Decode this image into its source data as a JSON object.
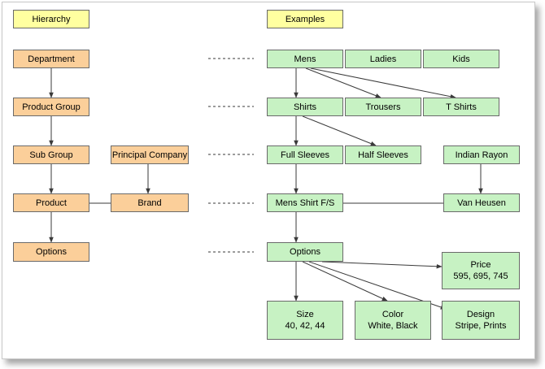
{
  "headers": {
    "hierarchy": "Hierarchy",
    "examples": "Examples"
  },
  "hierarchy": {
    "department": "Department",
    "product_group": "Product Group",
    "sub_group": "Sub Group",
    "product": "Product",
    "options": "Options",
    "principal_company": "Principal Company",
    "brand": "Brand"
  },
  "examples": {
    "departments": [
      "Mens",
      "Ladies",
      "Kids"
    ],
    "product_groups": [
      "Shirts",
      "Trousers",
      "T Shirts"
    ],
    "sub_groups": [
      "Full Sleeves",
      "Half Sleeves"
    ],
    "principal_company": "Indian Rayon",
    "product": "Mens Shirt F/S",
    "brand": "Van Heusen",
    "options": "Options",
    "price": {
      "label": "Price",
      "values": "595, 695, 745"
    },
    "size": {
      "label": "Size",
      "values": "40, 42, 44"
    },
    "color": {
      "label": "Color",
      "values": "White, Black"
    },
    "design": {
      "label": "Design",
      "values": "Stripe, Prints"
    }
  },
  "colors": {
    "header": "#ffffa0",
    "hierarchy": "#fbcf9a",
    "example": "#c7f2c3",
    "line": "#3a3a3a"
  }
}
